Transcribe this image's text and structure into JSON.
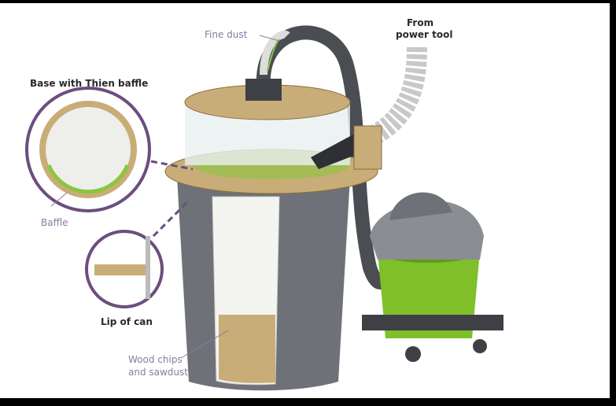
{
  "labels": {
    "fine_dust": "Fine dust",
    "from_power_tool_1": "From",
    "from_power_tool_2": "power tool",
    "base_with_thien_baffle": "Base with Thien baffle",
    "baffle": "Baffle",
    "lip_of_can": "Lip of can",
    "wood_chips_1": "Wood chips",
    "wood_chips_2": "and sawdust"
  },
  "colors": {
    "callout": "#6b4e7e",
    "wood": "#c9ad78",
    "vac_green": "#7fbf2a",
    "bucket": "#6e7278",
    "arrow_green": "#8cc63f"
  }
}
